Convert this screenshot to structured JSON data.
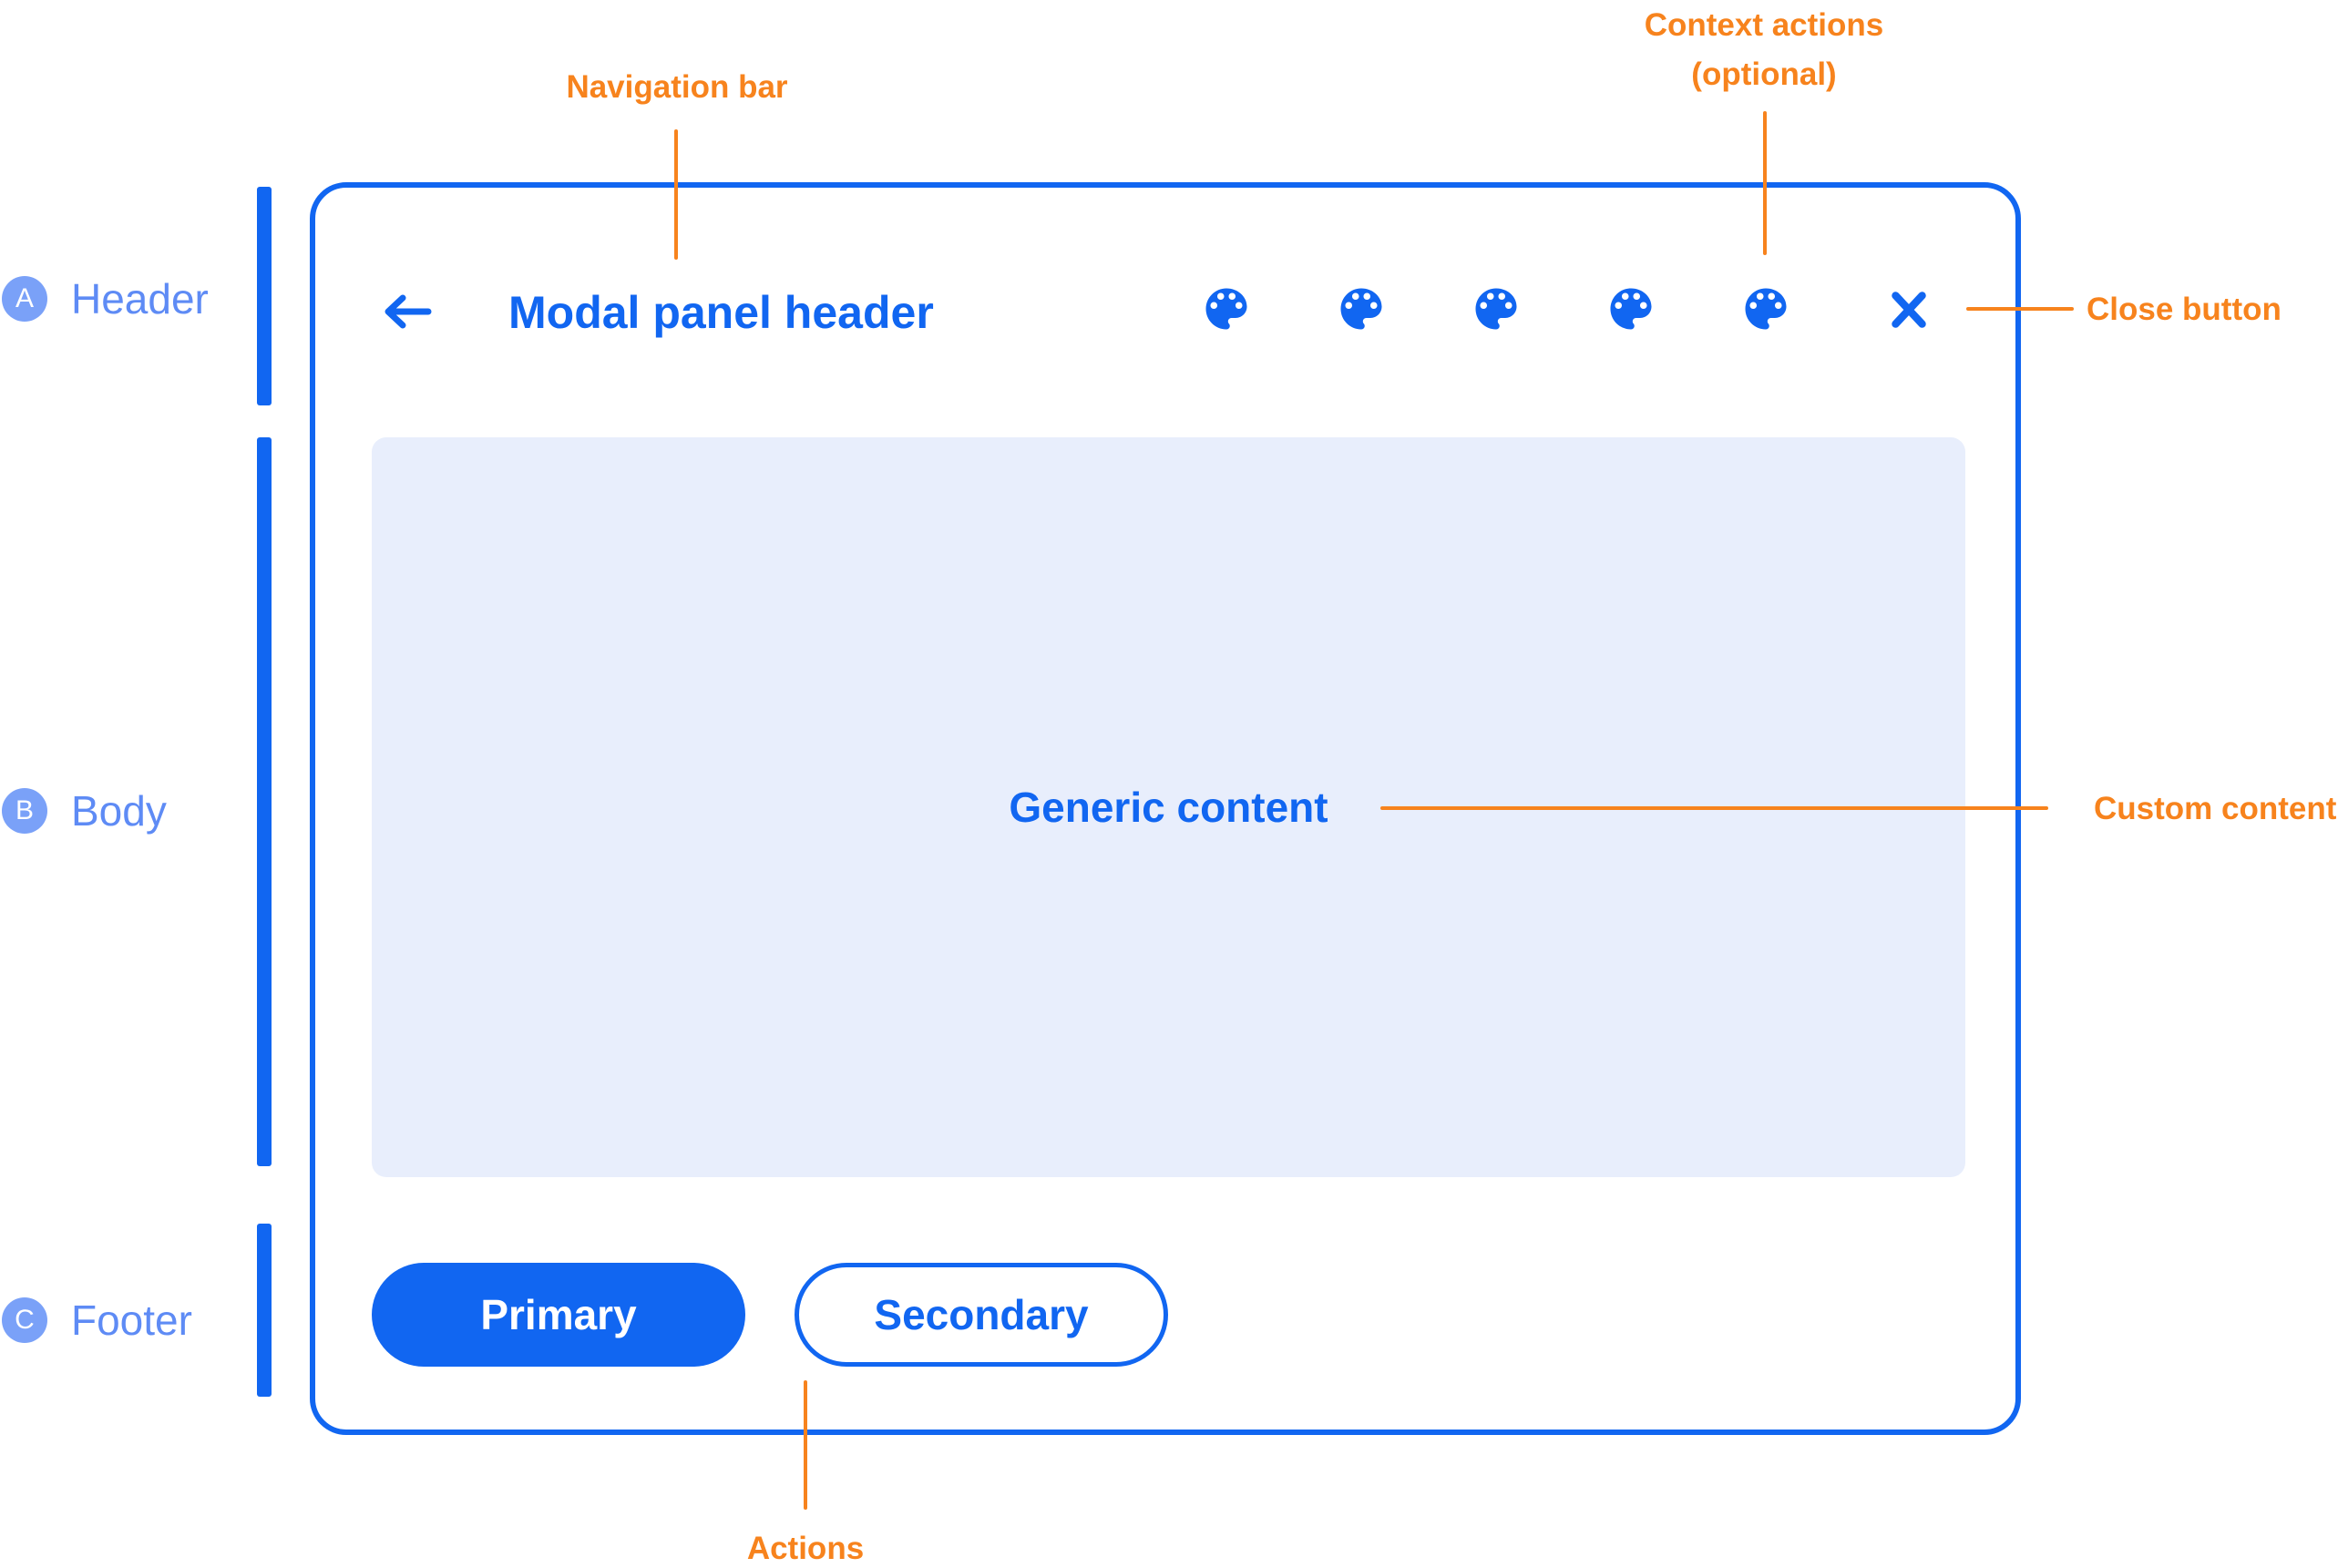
{
  "colors": {
    "accent_blue": "#1166F1",
    "label_blue": "#5E8BF5",
    "badge_blue": "#7AA1F8",
    "content_bg": "#E8EEFC",
    "annotation_orange": "#F7831D"
  },
  "section_markers": {
    "header": {
      "letter": "A",
      "label": "Header"
    },
    "body": {
      "letter": "B",
      "label": "Body"
    },
    "footer": {
      "letter": "C",
      "label": "Footer"
    }
  },
  "annotations": {
    "navigation_bar": {
      "label": "Navigation bar"
    },
    "context_actions": {
      "line1": "Context actions",
      "line2": "(optional)"
    },
    "close_button": {
      "label": "Close button"
    },
    "custom_content": {
      "label": "Custom content"
    },
    "actions": {
      "label": "Actions"
    }
  },
  "modal": {
    "header": {
      "back_icon": "arrow-left-icon",
      "title": "Modal panel header",
      "context_action_icons": [
        "palette-icon",
        "palette-icon",
        "palette-icon",
        "palette-icon",
        "palette-icon"
      ],
      "close_icon": "close-x-icon"
    },
    "body": {
      "text": "Generic content"
    },
    "footer": {
      "primary_label": "Primary",
      "secondary_label": "Secondary"
    }
  }
}
